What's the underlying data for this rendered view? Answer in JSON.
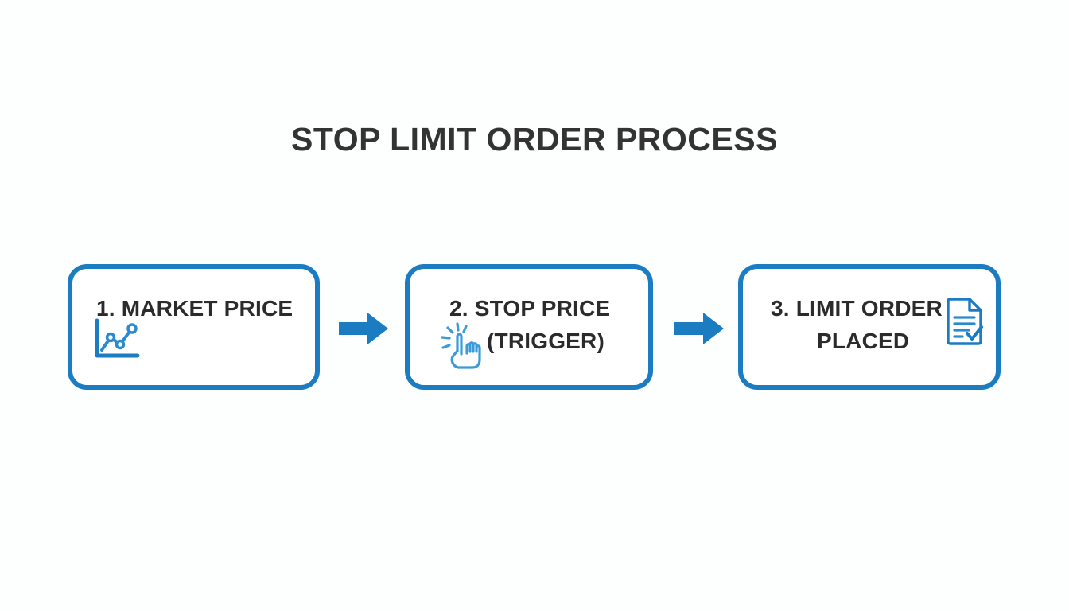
{
  "page": {
    "title": "STOP LIMIT ORDER PROCESS",
    "background_color": "#fdfefe",
    "accent_color": "#1b7cc2",
    "icon_accent_color": "#3b9bd8",
    "text_color": "#2b2b2b"
  },
  "flow": {
    "steps": [
      {
        "id": "market-price",
        "number": "1.",
        "line_1": "1. MARKET PRICE",
        "line_2": "",
        "icon": "line-chart-icon"
      },
      {
        "id": "stop-price",
        "number": "2.",
        "line_1": "2. STOP PRICE",
        "line_2": "(TRIGGER)",
        "icon": "tap-hand-icon"
      },
      {
        "id": "limit-order-placed",
        "number": "3.",
        "line_1": "3. LIMIT ORDER",
        "line_2": "PLACED",
        "icon": "document-check-icon"
      }
    ],
    "connectors": [
      {
        "id": "connector-1",
        "icon": "arrow-right-icon",
        "from": "market-price",
        "to": "stop-price"
      },
      {
        "id": "connector-2",
        "icon": "arrow-right-icon",
        "from": "stop-price",
        "to": "limit-order-placed"
      }
    ]
  }
}
